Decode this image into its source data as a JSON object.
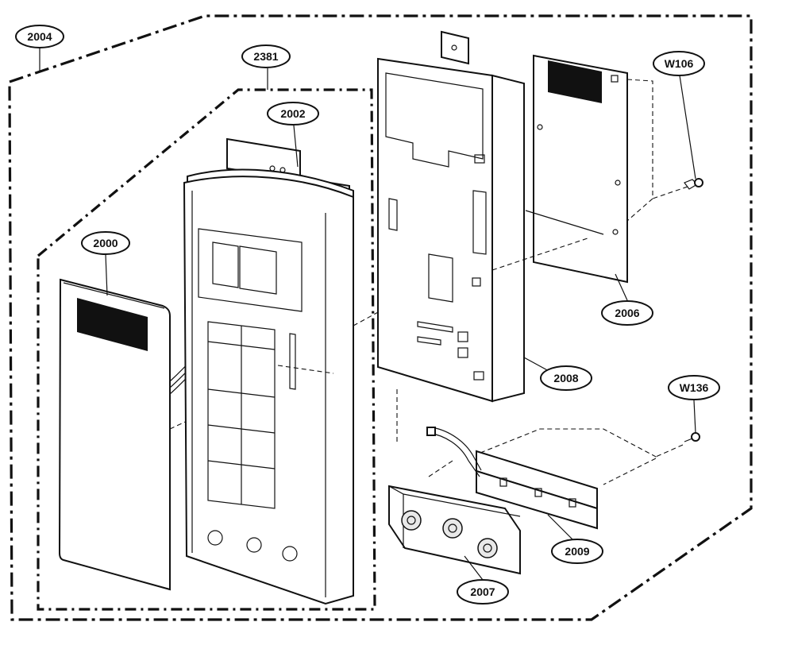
{
  "diagram": {
    "callouts": {
      "c2004": "2004",
      "c2381": "2381",
      "c2002": "2002",
      "c2000": "2000",
      "cW106": "W106",
      "c2006": "2006",
      "c2008": "2008",
      "cW136": "W136",
      "c2009": "2009",
      "c2007": "2007"
    }
  }
}
